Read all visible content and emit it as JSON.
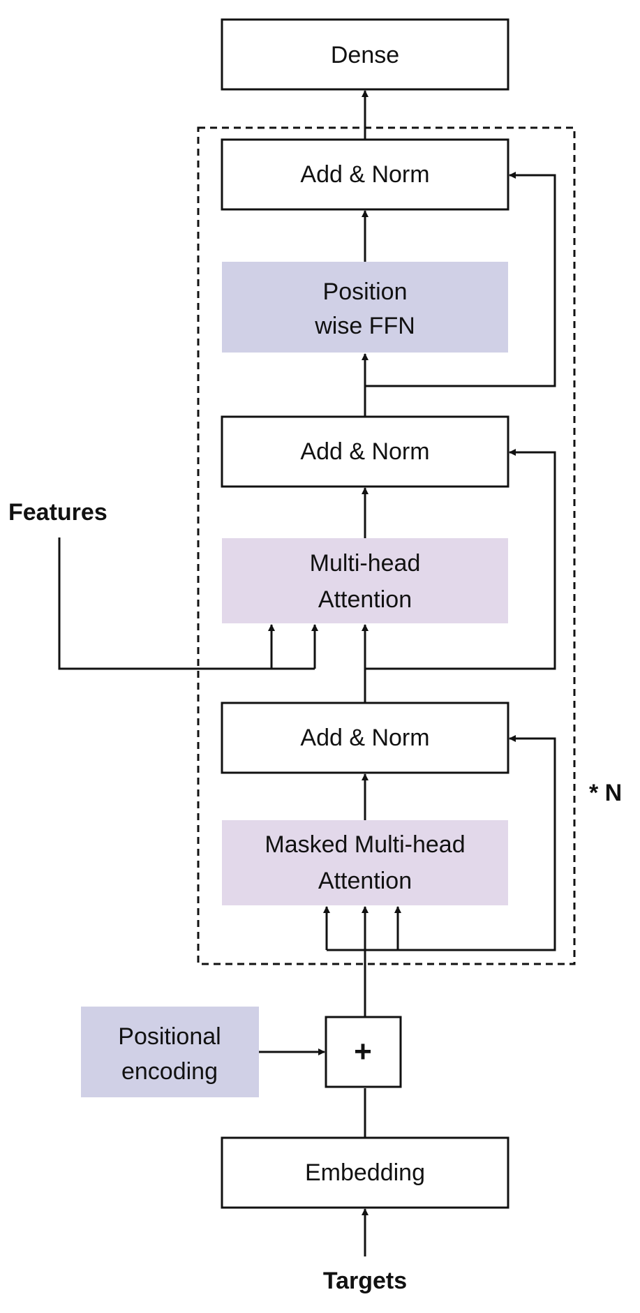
{
  "diagram": {
    "nodes": {
      "dense": "Dense",
      "add_norm_top": "Add & Norm",
      "ffn_line1": "Position",
      "ffn_line2": "wise FFN",
      "add_norm_mid": "Add & Norm",
      "mha_line1": "Multi-head",
      "mha_line2": "Attention",
      "add_norm_bottom": "Add & Norm",
      "masked_line1": "Masked Multi-head",
      "masked_line2": "Attention",
      "plus": "+",
      "pos_enc_line1": "Positional",
      "pos_enc_line2": "encoding",
      "embedding": "Embedding"
    },
    "labels": {
      "features": "Features",
      "targets": "Targets",
      "repeat": "* N"
    },
    "colors": {
      "ffn_fill": "#d0d0e6",
      "attention_fill": "#e2d8ea",
      "pos_enc_fill": "#d0d0e6",
      "stroke": "#111111"
    }
  }
}
